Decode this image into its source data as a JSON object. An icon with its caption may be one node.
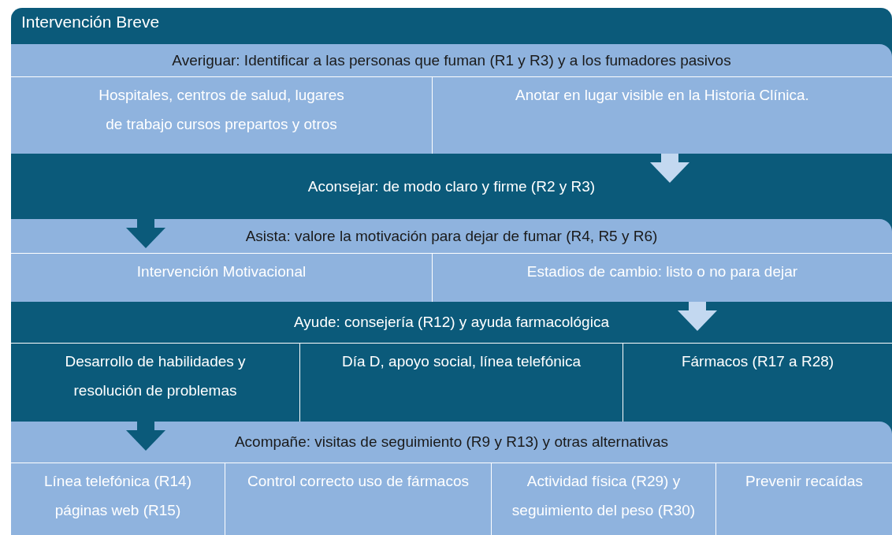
{
  "diagram": {
    "nodes": [
      {
        "text": [
          "Intervención Breve"
        ]
      },
      {
        "text": [
          "Averiguar: Identificar a las personas que fuman (R1 y R3) y a los fumadores pasivos"
        ],
        "in": 0
      },
      {
        "text": [
          "Hospitales, centros de salud, lugares de trabajo cursos prepartos y otros"
        ],
        "in": 1
      },
      {
        "text": [
          "Anotar en lugar visible en la Historia Clínica."
        ],
        "in": 1
      },
      {
        "text": [
          "Aconsejar: de modo claro y firme (R2 y R3)"
        ],
        "in": 0
      },
      {
        "text": [
          "Asista: valore la motivación para dejar de fumar (R4, R5 y R6)"
        ],
        "in": 0
      },
      {
        "text": [
          "Intervención Motivacional"
        ],
        "in": 5
      },
      {
        "text": [
          "Estadios de cambio: listo o no para dejar"
        ],
        "in": 5
      },
      {
        "text": [
          "Ayude: consejería (R12) y ayuda farmacológica"
        ],
        "in": 0
      },
      {
        "text": [
          "Desarrollo de habilidades y resolución de problemas"
        ],
        "in": 8
      },
      {
        "text": [
          "Día D, apoyo social, línea telefónica"
        ],
        "in": 8
      },
      {
        "text": [
          "Fármacos (R17 a R28)"
        ],
        "in": 8
      },
      {
        "text": [
          "Acompañe: visitas de seguimiento (R9 y R13) y otras alternativas"
        ],
        "in": 0
      },
      {
        "text": [
          "Línea telefónica (R14) páginas web (R15)"
        ],
        "in": 12
      },
      {
        "text": [
          "Control correcto uso de fármacos"
        ],
        "in": 12
      },
      {
        "text": [
          "Actividad física (R29) y seguimiento del peso (R30)"
        ],
        "in": 12
      },
      {
        "text": [
          "Prevenir recaídas"
        ],
        "in": 12
      }
    ],
    "edges": [
      {
        "from": 1,
        "to": 4,
        "arrow": "to",
        "color": "#c3d8f0"
      },
      {
        "from": 4,
        "to": 5,
        "arrow": "to",
        "color": "#0b5a7a"
      },
      {
        "from": 5,
        "to": 8,
        "arrow": "to",
        "color": "#c3d8f0"
      },
      {
        "from": 8,
        "to": 12,
        "arrow": "to",
        "color": "#0b5a7a"
      }
    ]
  }
}
